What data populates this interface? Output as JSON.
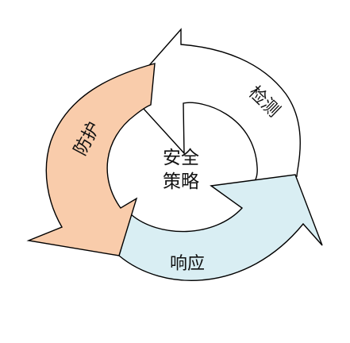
{
  "diagram": {
    "center_label_line1": "安全",
    "center_label_line2": "策略",
    "segments": [
      {
        "label": "检测",
        "fill": "#ffffff"
      },
      {
        "label": "响应",
        "fill": "#d9eef3"
      },
      {
        "label": "防护",
        "fill": "#f9ccab"
      }
    ],
    "stroke_color": "#000000"
  }
}
